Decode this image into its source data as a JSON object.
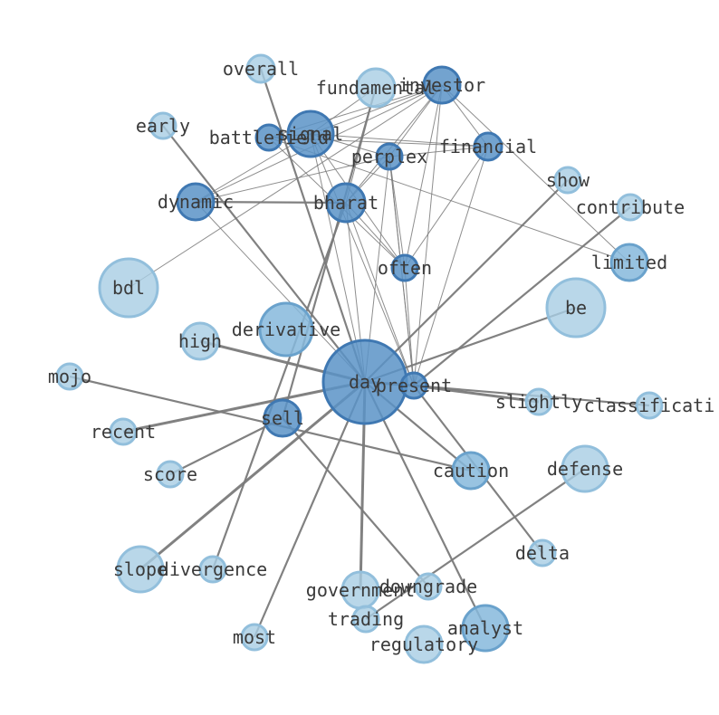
{
  "graph": {
    "colors": {
      "background": "#ffffff",
      "edge": "#7a7a7a",
      "label": "#3a3a3a",
      "node_dark_fill": "#5b93c7",
      "node_dark_stroke": "#3f78b2",
      "node_mid_fill": "#86b8dc",
      "node_mid_stroke": "#6aa2cc",
      "node_light_fill": "#a8cde4",
      "node_light_stroke": "#92bfdc"
    },
    "nodes": [
      {
        "id": "overall",
        "label": "overall",
        "tone": "light"
      },
      {
        "id": "fundamental",
        "label": "fundamental",
        "tone": "light"
      },
      {
        "id": "investor",
        "label": "investor",
        "tone": "dark"
      },
      {
        "id": "early",
        "label": "early",
        "tone": "light"
      },
      {
        "id": "battlefield",
        "label": "battlefield",
        "tone": "dark"
      },
      {
        "id": "signal",
        "label": "signal",
        "tone": "dark"
      },
      {
        "id": "financial",
        "label": "financial",
        "tone": "dark"
      },
      {
        "id": "perplex",
        "label": "perplex",
        "tone": "dark"
      },
      {
        "id": "show",
        "label": "show",
        "tone": "light"
      },
      {
        "id": "contribute",
        "label": "contribute",
        "tone": "light"
      },
      {
        "id": "dynamic",
        "label": "dynamic",
        "tone": "dark"
      },
      {
        "id": "bharat",
        "label": "bharat",
        "tone": "dark"
      },
      {
        "id": "limited",
        "label": "limited",
        "tone": "mid"
      },
      {
        "id": "often",
        "label": "often",
        "tone": "dark"
      },
      {
        "id": "bdl",
        "label": "bdl",
        "tone": "light"
      },
      {
        "id": "be",
        "label": "be",
        "tone": "light"
      },
      {
        "id": "derivative",
        "label": "derivative",
        "tone": "mid"
      },
      {
        "id": "high",
        "label": "high",
        "tone": "light"
      },
      {
        "id": "mojo",
        "label": "mojo",
        "tone": "light"
      },
      {
        "id": "day",
        "label": "day",
        "tone": "dark"
      },
      {
        "id": "present",
        "label": "present",
        "tone": "dark"
      },
      {
        "id": "slightly",
        "label": "slightly",
        "tone": "light"
      },
      {
        "id": "classificati",
        "label": "classificati",
        "tone": "light"
      },
      {
        "id": "recent",
        "label": "recent",
        "tone": "light"
      },
      {
        "id": "sell",
        "label": "sell",
        "tone": "dark"
      },
      {
        "id": "score",
        "label": "score",
        "tone": "light"
      },
      {
        "id": "caution",
        "label": "caution",
        "tone": "mid"
      },
      {
        "id": "defense",
        "label": "defense",
        "tone": "light"
      },
      {
        "id": "delta",
        "label": "delta",
        "tone": "light"
      },
      {
        "id": "slope",
        "label": "slope",
        "tone": "light"
      },
      {
        "id": "divergence",
        "label": "divergence",
        "tone": "light"
      },
      {
        "id": "government",
        "label": "government",
        "tone": "light"
      },
      {
        "id": "downgrade",
        "label": "downgrade",
        "tone": "light"
      },
      {
        "id": "trading",
        "label": "trading",
        "tone": "light"
      },
      {
        "id": "analyst",
        "label": "analyst",
        "tone": "mid"
      },
      {
        "id": "most",
        "label": "most",
        "tone": "light"
      },
      {
        "id": "regulatory",
        "label": "regulatory",
        "tone": "light"
      }
    ],
    "edges": [
      {
        "source": "day",
        "target": "overall",
        "weight": 2
      },
      {
        "source": "day",
        "target": "early",
        "weight": 2
      },
      {
        "source": "day",
        "target": "high",
        "weight": 3
      },
      {
        "source": "day",
        "target": "recent",
        "weight": 3
      },
      {
        "source": "day",
        "target": "slope",
        "weight": 3
      },
      {
        "source": "day",
        "target": "most",
        "weight": 2
      },
      {
        "source": "day",
        "target": "government",
        "weight": 3
      },
      {
        "source": "day",
        "target": "analyst",
        "weight": 2
      },
      {
        "source": "day",
        "target": "caution",
        "weight": 2
      },
      {
        "source": "day",
        "target": "show",
        "weight": 2
      },
      {
        "source": "day",
        "target": "be",
        "weight": 2
      },
      {
        "source": "day",
        "target": "present",
        "weight": 3
      },
      {
        "source": "day",
        "target": "signal",
        "weight": 1
      },
      {
        "source": "day",
        "target": "bharat",
        "weight": 1
      },
      {
        "source": "day",
        "target": "perplex",
        "weight": 1
      },
      {
        "source": "day",
        "target": "dynamic",
        "weight": 1
      },
      {
        "source": "present",
        "target": "slightly",
        "weight": 3
      },
      {
        "source": "present",
        "target": "classificati",
        "weight": 2
      },
      {
        "source": "present",
        "target": "contribute",
        "weight": 2
      },
      {
        "source": "present",
        "target": "delta",
        "weight": 2
      },
      {
        "source": "present",
        "target": "bharat",
        "weight": 1
      },
      {
        "source": "present",
        "target": "signal",
        "weight": 1
      },
      {
        "source": "present",
        "target": "investor",
        "weight": 1
      },
      {
        "source": "present",
        "target": "financial",
        "weight": 1
      },
      {
        "source": "present",
        "target": "often",
        "weight": 1
      },
      {
        "source": "present",
        "target": "perplex",
        "weight": 1
      },
      {
        "source": "sell",
        "target": "score",
        "weight": 2
      },
      {
        "source": "sell",
        "target": "downgrade",
        "weight": 2
      },
      {
        "source": "sell",
        "target": "fundamental",
        "weight": 2
      },
      {
        "source": "mojo",
        "target": "caution",
        "weight": 2
      },
      {
        "source": "divergence",
        "target": "bharat",
        "weight": 2
      },
      {
        "source": "defense",
        "target": "trading",
        "weight": 2
      },
      {
        "source": "bdl",
        "target": "investor",
        "weight": 1
      },
      {
        "source": "dynamic",
        "target": "bharat",
        "weight": 2
      },
      {
        "source": "dynamic",
        "target": "signal",
        "weight": 1
      },
      {
        "source": "dynamic",
        "target": "investor",
        "weight": 1
      },
      {
        "source": "dynamic",
        "target": "perplex",
        "weight": 1
      },
      {
        "source": "signal",
        "target": "investor",
        "weight": 1
      },
      {
        "source": "signal",
        "target": "fundamental",
        "weight": 1
      },
      {
        "source": "signal",
        "target": "financial",
        "weight": 1
      },
      {
        "source": "signal",
        "target": "perplex",
        "weight": 1
      },
      {
        "source": "signal",
        "target": "often",
        "weight": 1
      },
      {
        "source": "signal",
        "target": "battlefield",
        "weight": 1
      },
      {
        "source": "battlefield",
        "target": "investor",
        "weight": 1
      },
      {
        "source": "battlefield",
        "target": "financial",
        "weight": 1
      },
      {
        "source": "battlefield",
        "target": "often",
        "weight": 1
      },
      {
        "source": "battlefield",
        "target": "limited",
        "weight": 1
      },
      {
        "source": "bharat",
        "target": "investor",
        "weight": 1
      },
      {
        "source": "bharat",
        "target": "often",
        "weight": 1
      },
      {
        "source": "bharat",
        "target": "perplex",
        "weight": 1
      },
      {
        "source": "bharat",
        "target": "fundamental",
        "weight": 1
      },
      {
        "source": "perplex",
        "target": "often",
        "weight": 1
      },
      {
        "source": "perplex",
        "target": "investor",
        "weight": 1
      },
      {
        "source": "perplex",
        "target": "financial",
        "weight": 1
      },
      {
        "source": "perplex",
        "target": "present",
        "weight": 1
      },
      {
        "source": "investor",
        "target": "often",
        "weight": 1
      },
      {
        "source": "investor",
        "target": "financial",
        "weight": 1
      },
      {
        "source": "investor",
        "target": "limited",
        "weight": 1
      },
      {
        "source": "financial",
        "target": "often",
        "weight": 1
      }
    ]
  }
}
